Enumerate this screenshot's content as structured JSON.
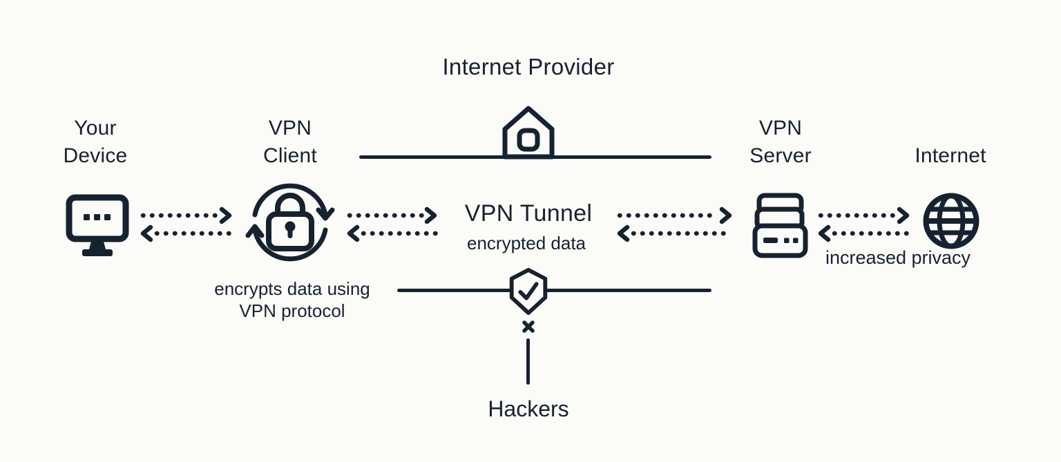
{
  "colors": {
    "ink": "#16222F",
    "background": "#FBFBF8"
  },
  "title": "Internet Provider",
  "nodes": {
    "device": {
      "line1": "Your",
      "line2": "Device",
      "icon": "monitor-icon"
    },
    "vpn_client": {
      "line1": "VPN",
      "line2": "Client",
      "icon": "lock-sync-icon",
      "caption1": "encrypts data using",
      "caption2": "VPN protocol"
    },
    "internet_provider": {
      "icon": "house-icon"
    },
    "tunnel": {
      "label": "VPN Tunnel",
      "caption": "encrypted data",
      "icon": "shield-check-icon"
    },
    "vpn_server": {
      "line1": "VPN",
      "line2": "Server",
      "icon": "server-stack-icon"
    },
    "internet": {
      "label": "Internet",
      "caption": "increased privacy",
      "icon": "globe-icon"
    },
    "hackers": {
      "label": "Hackers",
      "icon": "x-mark-icon"
    }
  }
}
